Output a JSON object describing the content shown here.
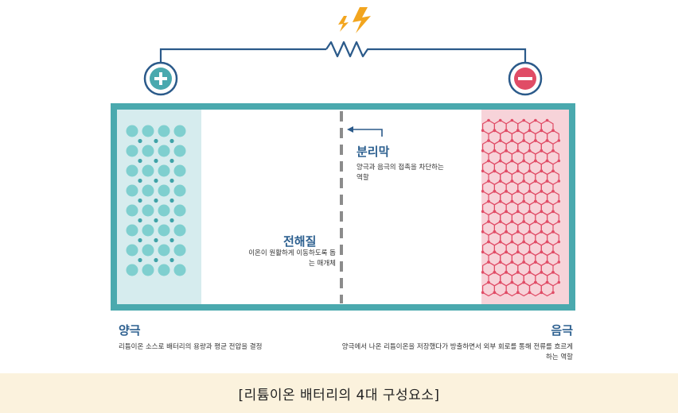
{
  "caption": "[리튬이온 배터리의 4대 구성요소]",
  "terminals": {
    "positive_symbol": "+",
    "negative_symbol": "−"
  },
  "electrolyte": {
    "title": "전해질",
    "description": "이온이 원활하게 이동하도록 돕는 매개체"
  },
  "separator": {
    "title": "분리막",
    "description": "양극과 음극의 접촉을 차단하는 역할"
  },
  "cathode": {
    "title": "양극",
    "description": "리튬이온 소스로 배터리의 용량과 평균 전압을 결정"
  },
  "anode": {
    "title": "음극",
    "description": "양극에서 나온 리튬이온을 저장했다가 방출하면서 외부 회로를 통해 전류를 흐르게 하는 역할"
  },
  "colors": {
    "frame": "#4aa9ae",
    "cathode_bg": "#d6ecee",
    "cathode_ball": "#7fcfcf",
    "anode_bg": "#f7d3d9",
    "anode_lattice": "#e04c66",
    "wire": "#2b5a8a",
    "spark": "#f2a51e"
  }
}
